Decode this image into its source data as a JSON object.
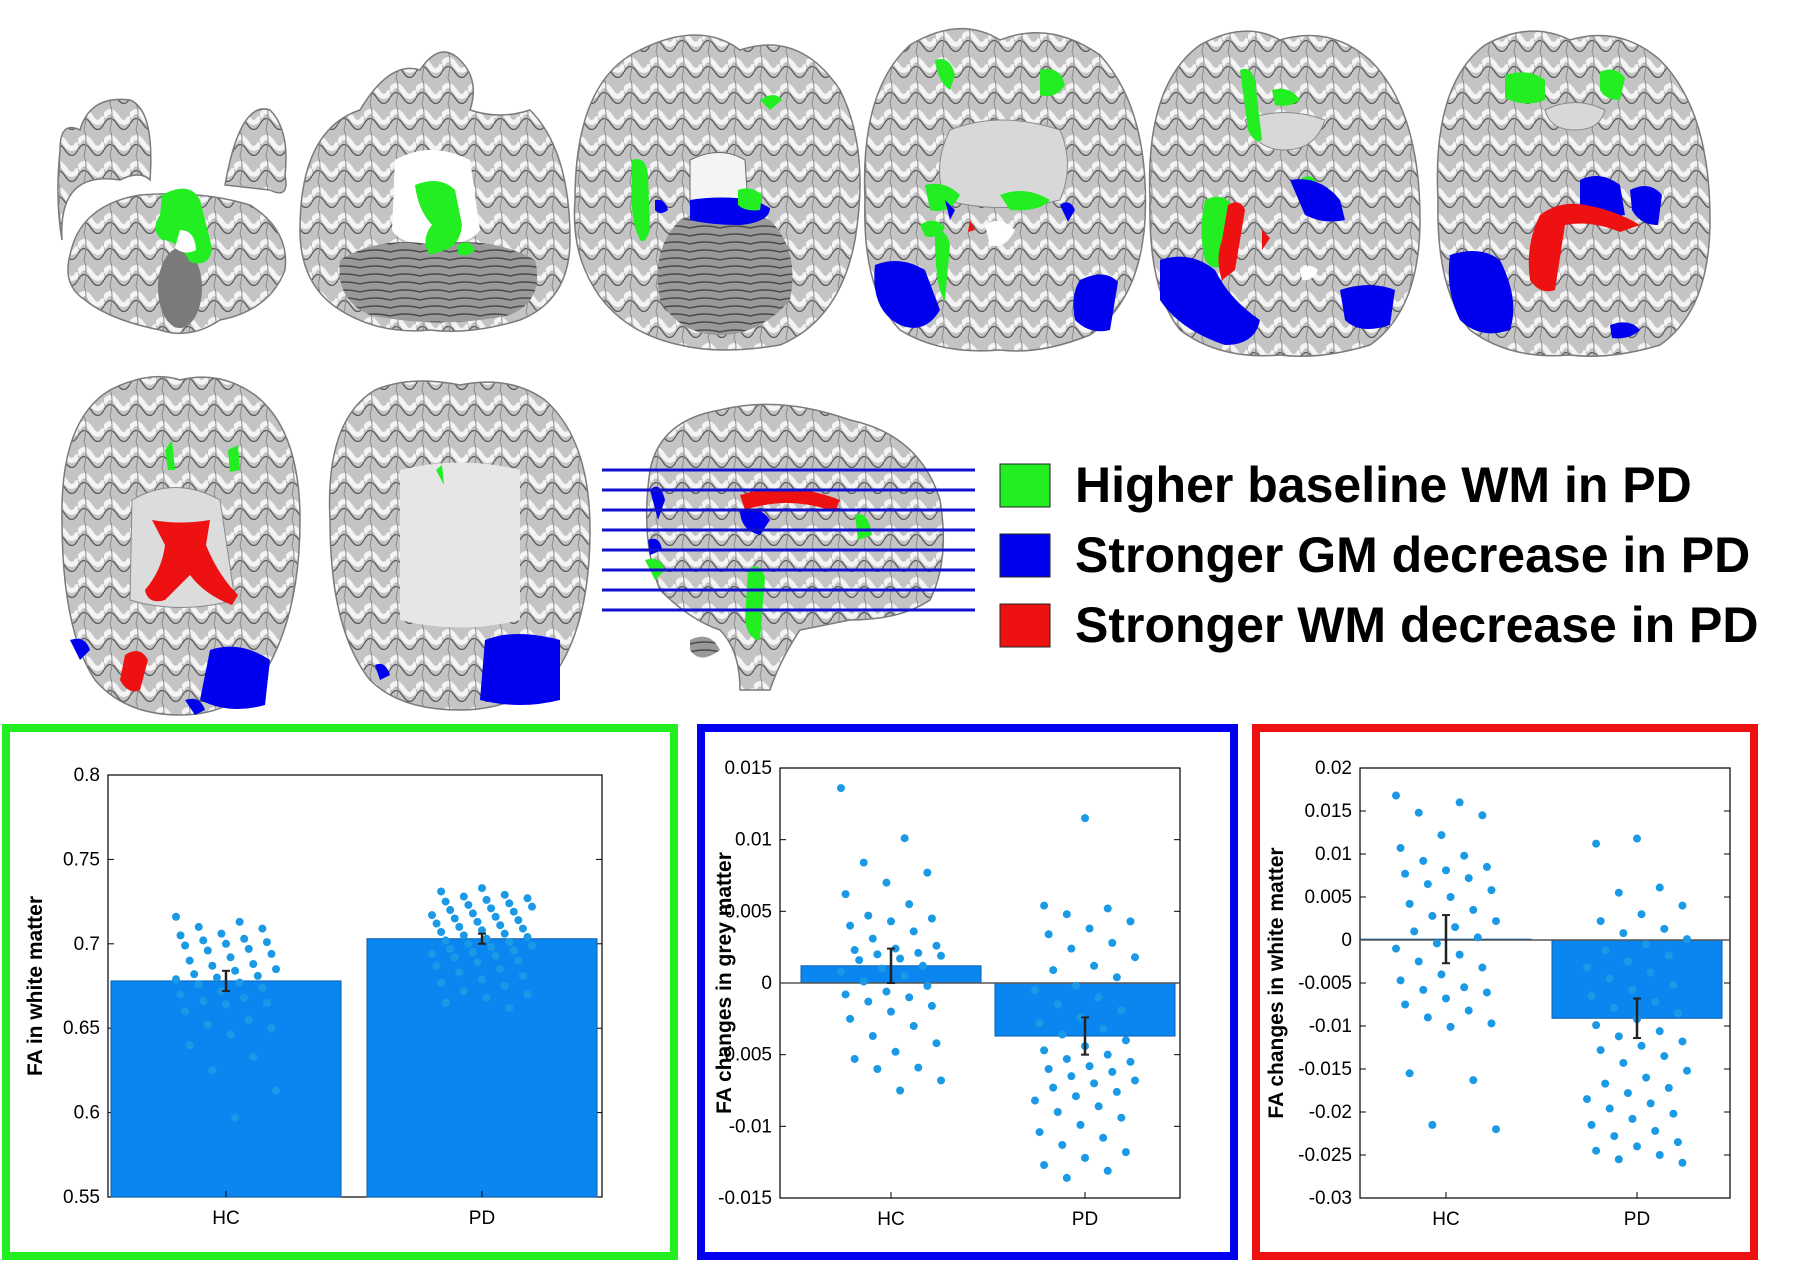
{
  "colors": {
    "higher_wm": "#22ee22",
    "gm_decrease": "#0000ee",
    "wm_decrease": "#ee1111",
    "bar_fill": "#0a86f0",
    "dot": "#1a9ae6",
    "brain_tissue": "#b9b9b9",
    "brain_gyri": "#f2f2f2",
    "brain_sulci": "#4a4a4a"
  },
  "legend": [
    {
      "label": "Higher baseline WM in PD",
      "color": "#22ee22"
    },
    {
      "label": "Stronger GM decrease in PD",
      "color": "#0000ee"
    },
    {
      "label": "Stronger WM decrease in PD",
      "color": "#ee1111"
    }
  ],
  "chart_data": [
    {
      "type": "bar",
      "frame_color": "#22ee22",
      "categories": [
        "HC",
        "PD"
      ],
      "values": [
        0.678,
        0.703
      ],
      "errors": [
        0.006,
        0.003
      ],
      "ylabel": "FA in white matter",
      "ylim": [
        0.55,
        0.8
      ],
      "yticks": [
        0.55,
        0.6,
        0.65,
        0.7,
        0.75,
        0.8
      ],
      "ytick_labels": [
        "0.55",
        "0.6",
        "0.65",
        "0.7",
        "0.75",
        "0.8"
      ],
      "baseline": 0.55,
      "points": [
        [
          0.716,
          0.713,
          0.71,
          0.709,
          0.706,
          0.705,
          0.703,
          0.702,
          0.701,
          0.7,
          0.699,
          0.697,
          0.696,
          0.694,
          0.692,
          0.69,
          0.688,
          0.687,
          0.685,
          0.684,
          0.682,
          0.681,
          0.68,
          0.679,
          0.677,
          0.676,
          0.674,
          0.672,
          0.67,
          0.668,
          0.666,
          0.665,
          0.664,
          0.66,
          0.655,
          0.652,
          0.65,
          0.646,
          0.64,
          0.633,
          0.625,
          0.613,
          0.597
        ],
        [
          0.733,
          0.731,
          0.729,
          0.728,
          0.727,
          0.726,
          0.725,
          0.724,
          0.723,
          0.722,
          0.721,
          0.72,
          0.719,
          0.718,
          0.717,
          0.716,
          0.715,
          0.714,
          0.713,
          0.712,
          0.711,
          0.71,
          0.709,
          0.708,
          0.707,
          0.706,
          0.705,
          0.704,
          0.703,
          0.702,
          0.701,
          0.7,
          0.699,
          0.698,
          0.697,
          0.696,
          0.695,
          0.694,
          0.693,
          0.692,
          0.69,
          0.689,
          0.687,
          0.685,
          0.683,
          0.681,
          0.679,
          0.677,
          0.675,
          0.672,
          0.67,
          0.668,
          0.665,
          0.662
        ]
      ]
    },
    {
      "type": "bar",
      "frame_color": "#0000ee",
      "categories": [
        "HC",
        "PD"
      ],
      "values": [
        0.0012,
        -0.0037
      ],
      "errors": [
        0.0012,
        0.0013
      ],
      "ylabel": "FA changes in grey matter",
      "ylim": [
        -0.015,
        0.015
      ],
      "yticks": [
        -0.015,
        -0.01,
        -0.005,
        0,
        0.005,
        0.01,
        0.015
      ],
      "ytick_labels": [
        "-0.015",
        "-0.01",
        "-0.005",
        "0",
        "0.005",
        "0.01",
        "0.015"
      ],
      "baseline": 0,
      "points": [
        [
          0.0136,
          0.0101,
          0.0084,
          0.0077,
          0.007,
          0.0062,
          0.0055,
          0.0047,
          0.0045,
          0.0043,
          0.004,
          0.0036,
          0.0031,
          0.0026,
          0.0024,
          0.0023,
          0.0021,
          0.002,
          0.0019,
          0.0017,
          0.0016,
          0.0012,
          0.001,
          0.0008,
          0.0005,
          0.0001,
          -0.0002,
          -0.0006,
          -0.0008,
          -0.001,
          -0.0013,
          -0.0016,
          -0.002,
          -0.0025,
          -0.003,
          -0.0037,
          -0.0042,
          -0.0048,
          -0.0053,
          -0.0059,
          -0.006,
          -0.0068,
          -0.0075
        ],
        [
          0.0115,
          0.0054,
          0.0052,
          0.0048,
          0.0043,
          0.0038,
          0.0034,
          0.0028,
          0.0024,
          0.0018,
          0.0012,
          0.0009,
          0.0004,
          -0.0002,
          -0.0005,
          -0.001,
          -0.0015,
          -0.0019,
          -0.0024,
          -0.0028,
          -0.0032,
          -0.0036,
          -0.004,
          -0.0044,
          -0.0047,
          -0.005,
          -0.0053,
          -0.0055,
          -0.0058,
          -0.006,
          -0.0062,
          -0.0065,
          -0.0068,
          -0.007,
          -0.0073,
          -0.0076,
          -0.0079,
          -0.0082,
          -0.0086,
          -0.009,
          -0.0094,
          -0.0099,
          -0.0104,
          -0.0108,
          -0.0113,
          -0.0118,
          -0.0122,
          -0.0127,
          -0.0131,
          -0.0136
        ]
      ]
    },
    {
      "type": "bar",
      "frame_color": "#ee1111",
      "categories": [
        "HC",
        "PD"
      ],
      "values": [
        0.0001,
        -0.0091
      ],
      "errors": [
        0.0028,
        0.0023
      ],
      "ylabel": "FA changes in white matter",
      "ylim": [
        -0.03,
        0.02
      ],
      "yticks": [
        -0.03,
        -0.025,
        -0.02,
        -0.015,
        -0.01,
        -0.005,
        0,
        0.005,
        0.01,
        0.015,
        0.02
      ],
      "ytick_labels": [
        "-0.03",
        "-0.025",
        "-0.02",
        "-0.015",
        "-0.01",
        "-0.005",
        "0",
        "0.005",
        "0.01",
        "0.015",
        "0.02"
      ],
      "baseline": 0,
      "points": [
        [
          0.0168,
          0.016,
          0.0148,
          0.0145,
          0.0122,
          0.0107,
          0.0098,
          0.0092,
          0.0085,
          0.0081,
          0.0077,
          0.0072,
          0.0065,
          0.0058,
          0.005,
          0.0042,
          0.0035,
          0.0028,
          0.0022,
          0.0015,
          0.001,
          0.0003,
          -0.0004,
          -0.001,
          -0.0017,
          -0.0025,
          -0.0032,
          -0.004,
          -0.0047,
          -0.0055,
          -0.0058,
          -0.0061,
          -0.0068,
          -0.0075,
          -0.0082,
          -0.009,
          -0.0097,
          -0.0101,
          -0.0155,
          -0.0163,
          -0.0215,
          -0.022
        ],
        [
          0.0118,
          0.0112,
          0.0061,
          0.0055,
          0.004,
          0.003,
          0.0022,
          0.0013,
          0.0008,
          0.0001,
          -0.0005,
          -0.0012,
          -0.0018,
          -0.0025,
          -0.0032,
          -0.0038,
          -0.0045,
          -0.0052,
          -0.0058,
          -0.0065,
          -0.0072,
          -0.0079,
          -0.0085,
          -0.0092,
          -0.0099,
          -0.0106,
          -0.0112,
          -0.0118,
          -0.0123,
          -0.0128,
          -0.0135,
          -0.0143,
          -0.0152,
          -0.016,
          -0.0167,
          -0.0172,
          -0.0178,
          -0.0185,
          -0.019,
          -0.0196,
          -0.0202,
          -0.0208,
          -0.0215,
          -0.0222,
          -0.0228,
          -0.0235,
          -0.024,
          -0.0245,
          -0.025,
          -0.0255,
          -0.0259
        ]
      ]
    }
  ]
}
